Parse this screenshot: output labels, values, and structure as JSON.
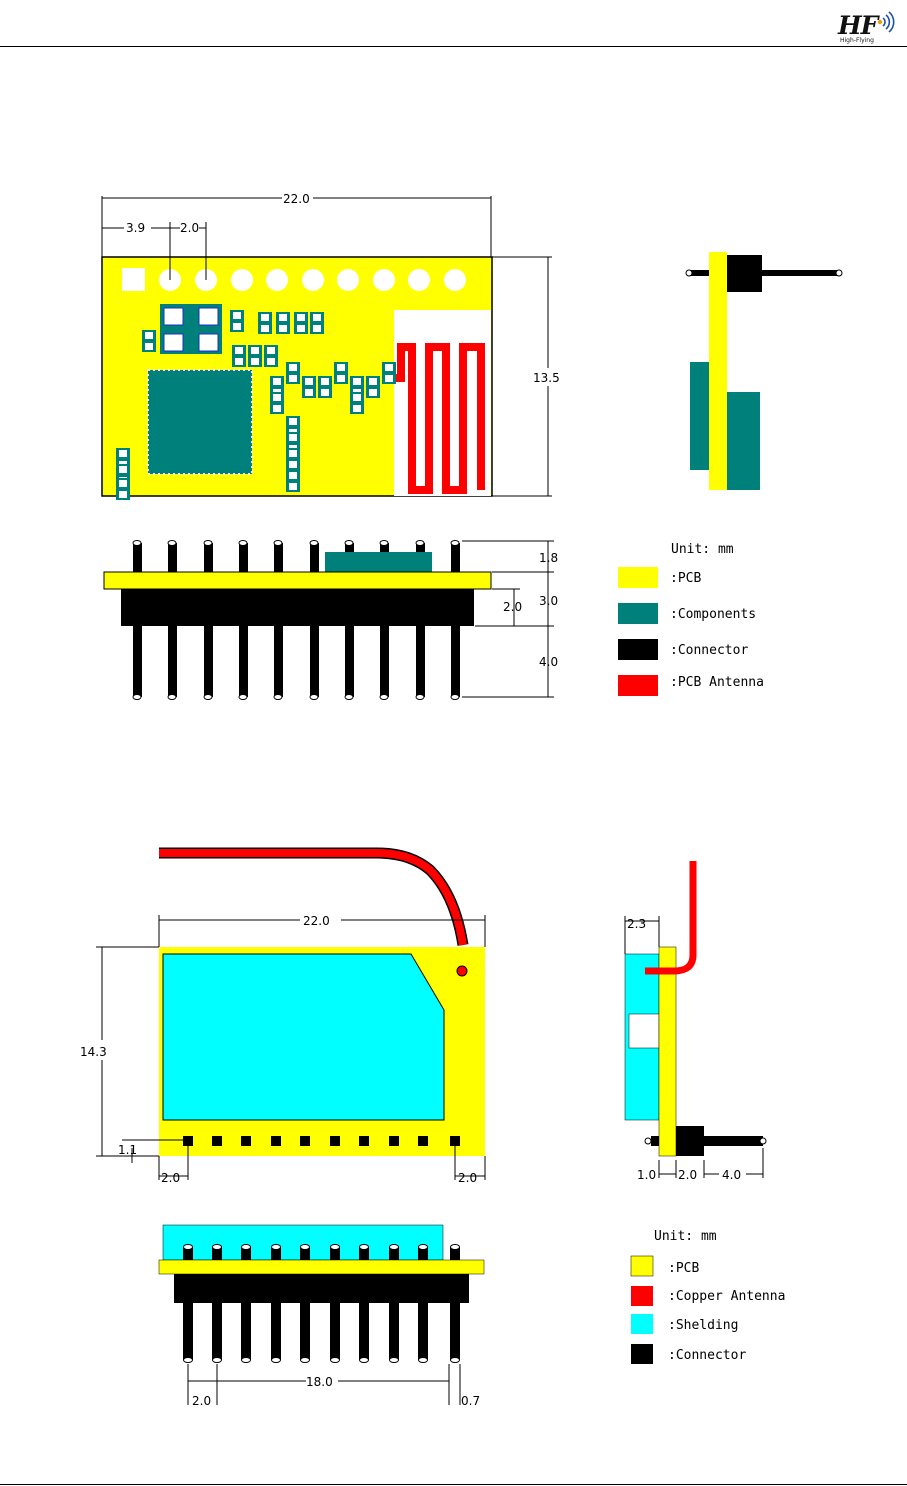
{
  "header": {
    "logo_text": "HF",
    "logo_subtext": "High-Flying"
  },
  "fig1": {
    "dims": {
      "width": "22.0",
      "offset": "3.9",
      "pitch": "2.0",
      "height": "13.5",
      "pin_top": "1.8",
      "body": "3.0",
      "gap": "2.0",
      "pin_bottom": "4.0"
    },
    "legend": {
      "unit": "Unit: mm",
      "items": [
        "PCB",
        "Components",
        "Connector",
        "PCB Antenna"
      ]
    }
  },
  "fig2": {
    "dims": {
      "width": "22.0",
      "height": "14.3",
      "pin_offset": "1.1",
      "left_margin": "2.0",
      "right_margin": "2.0",
      "thickness": "2.3",
      "side_a": "1.0",
      "side_b": "2.0",
      "side_c": "4.0",
      "span": "18.0",
      "pitch": "2.0",
      "pin_w": "0.7"
    },
    "legend": {
      "unit": "Unit: mm",
      "items": [
        "PCB",
        "Copper Antenna",
        "Shelding",
        "Connector"
      ]
    }
  },
  "colors": {
    "pcb": "#ffff00",
    "components": "#00807a",
    "connector": "#000000",
    "antenna": "#ff0000",
    "shield": "#00ffff"
  }
}
